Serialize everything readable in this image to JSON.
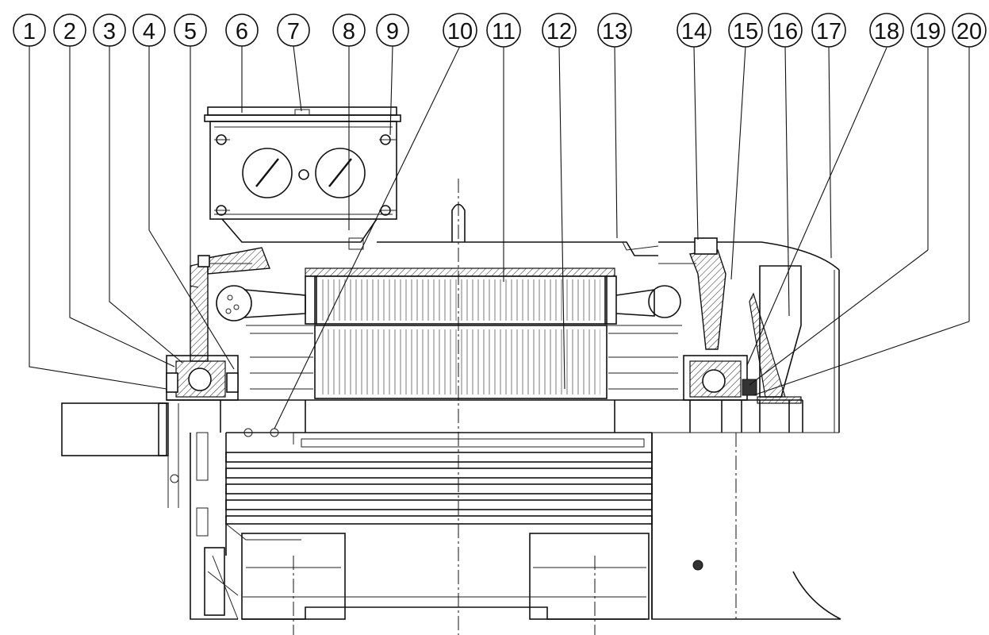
{
  "callouts": [
    {
      "label": "1"
    },
    {
      "label": "2"
    },
    {
      "label": "3"
    },
    {
      "label": "4"
    },
    {
      "label": "5"
    },
    {
      "label": "6"
    },
    {
      "label": "7"
    },
    {
      "label": "8"
    },
    {
      "label": "9"
    },
    {
      "label": "10"
    },
    {
      "label": "11"
    },
    {
      "label": "12"
    },
    {
      "label": "13"
    },
    {
      "label": "14"
    },
    {
      "label": "15"
    },
    {
      "label": "16"
    },
    {
      "label": "17"
    },
    {
      "label": "18"
    },
    {
      "label": "19"
    },
    {
      "label": "20"
    }
  ]
}
